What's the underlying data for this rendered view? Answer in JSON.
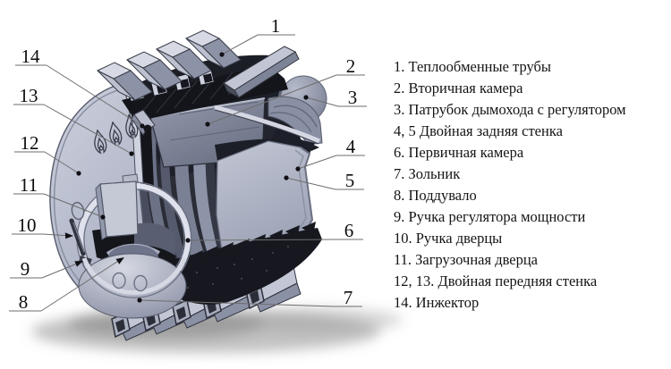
{
  "diagram": {
    "callouts": [
      "1",
      "2",
      "3",
      "4",
      "5",
      "6",
      "7",
      "8",
      "9",
      "10",
      "11",
      "12",
      "13",
      "14"
    ],
    "colors": {
      "background": "#ffffff",
      "metal_light": "#c9cdda",
      "metal_mid": "#9298ac",
      "metal_dark": "#5c6174",
      "cavity_dark": "#17181f",
      "leader_line": "#6e6e6e",
      "text": "#121212",
      "shadow": "#8f8f8f"
    }
  },
  "legend": {
    "items": [
      "1. Теплообменные трубы",
      "2. Вторичная камера",
      "3. Патрубок дымохода с регулятором",
      "4, 5 Двойная задняя стенка",
      "6. Первичная камера",
      "7. Зольник",
      "8. Поддувало",
      "9. Ручка регулятора мощности",
      "10. Ручка дверцы",
      "11. Загрузочная дверца",
      "12, 13. Двойная передняя стенка",
      "14. Инжектор"
    ]
  }
}
